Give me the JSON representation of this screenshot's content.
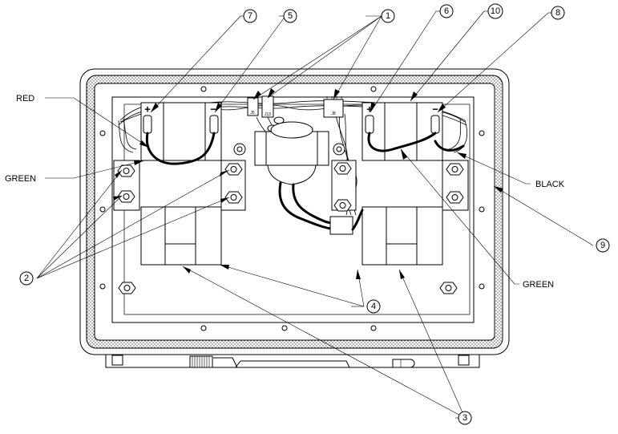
{
  "wire_labels": {
    "red": "RED",
    "green_left": "GREEN",
    "black": "BLACK",
    "green_right": "GREEN"
  },
  "callouts": {
    "c7": "7",
    "c5": "5",
    "c1": "1",
    "c6": "6",
    "c10": "10",
    "c8": "8",
    "c2": "2",
    "c4": "4",
    "c9": "9",
    "c3": "3"
  },
  "connector_labels": {
    "j5": "J5",
    "j13": "J13",
    "j8": "J8"
  },
  "terminal_marks": {
    "positive": "+",
    "negative": "−"
  }
}
